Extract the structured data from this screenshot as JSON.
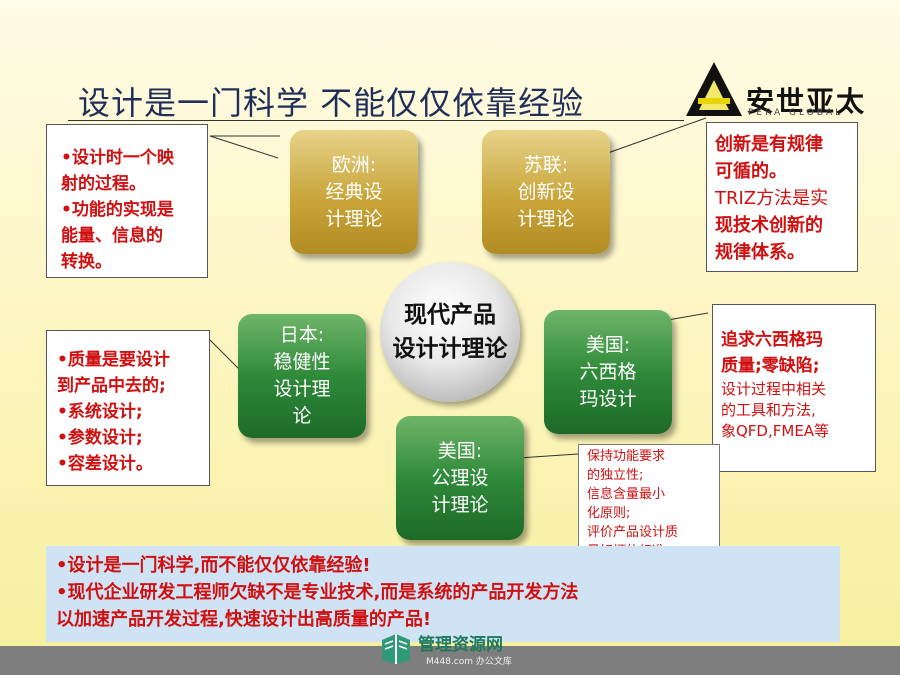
{
  "title": "设计是一门科学  不能仅仅依靠经验",
  "logo": {
    "text": "安世亚太",
    "sub": "PERA GLOBAL"
  },
  "hub": {
    "line1": "现代产品",
    "line2": "设计计理论"
  },
  "tiles": {
    "europe": [
      "欧洲:",
      "经典设",
      "计理论"
    ],
    "ussr": [
      "苏联:",
      "创新设",
      "计理论"
    ],
    "japan": [
      "日本:",
      "稳健性",
      "设计理",
      "论"
    ],
    "usa_six": [
      "美国:",
      "六西格",
      "玛设计"
    ],
    "usa_axiom": [
      "美国:",
      "公理设",
      "计理论"
    ]
  },
  "notes": {
    "europe": [
      "•设计时一个映",
      "射的过程。",
      "•功能的实现是",
      "能量、信息的",
      "转换。"
    ],
    "ussr": [
      "创新是有规律",
      "可循的。",
      "TRIZ方法是实",
      "现技术创新的",
      "规律体系。"
    ],
    "japan": [
      "•质量是要设计",
      "到产品中去的;",
      "•系统设计;",
      "•参数设计;",
      "•容差设计。"
    ],
    "usa_six_bold": [
      "追求六西格玛",
      "质量;零缺陷;"
    ],
    "usa_six_small": [
      "设计过程中相关",
      "的工具和方法,",
      "象QFD,FMEA等"
    ],
    "usa_axiom": [
      "保持功能要求",
      "的独立性;",
      "信息含量最小",
      "化原则;",
      "评价产品设计质",
      "量好坏的标准"
    ]
  },
  "bottom": [
    "•设计是一门科学,而不能仅仅依靠经验!",
    "•现代企业研发工程师欠缺不是专业技术,而是系统的产品开发方法",
    "以加速产品开发过程,快速设计出高质量的产品!"
  ],
  "watermark": {
    "name": "管理资源网",
    "site": "M448.com     办公文库"
  },
  "colors": {
    "note_red": "#d01010",
    "title": "#1f2f5a",
    "gold": "#c9a53a",
    "green": "#2f8a3a"
  }
}
